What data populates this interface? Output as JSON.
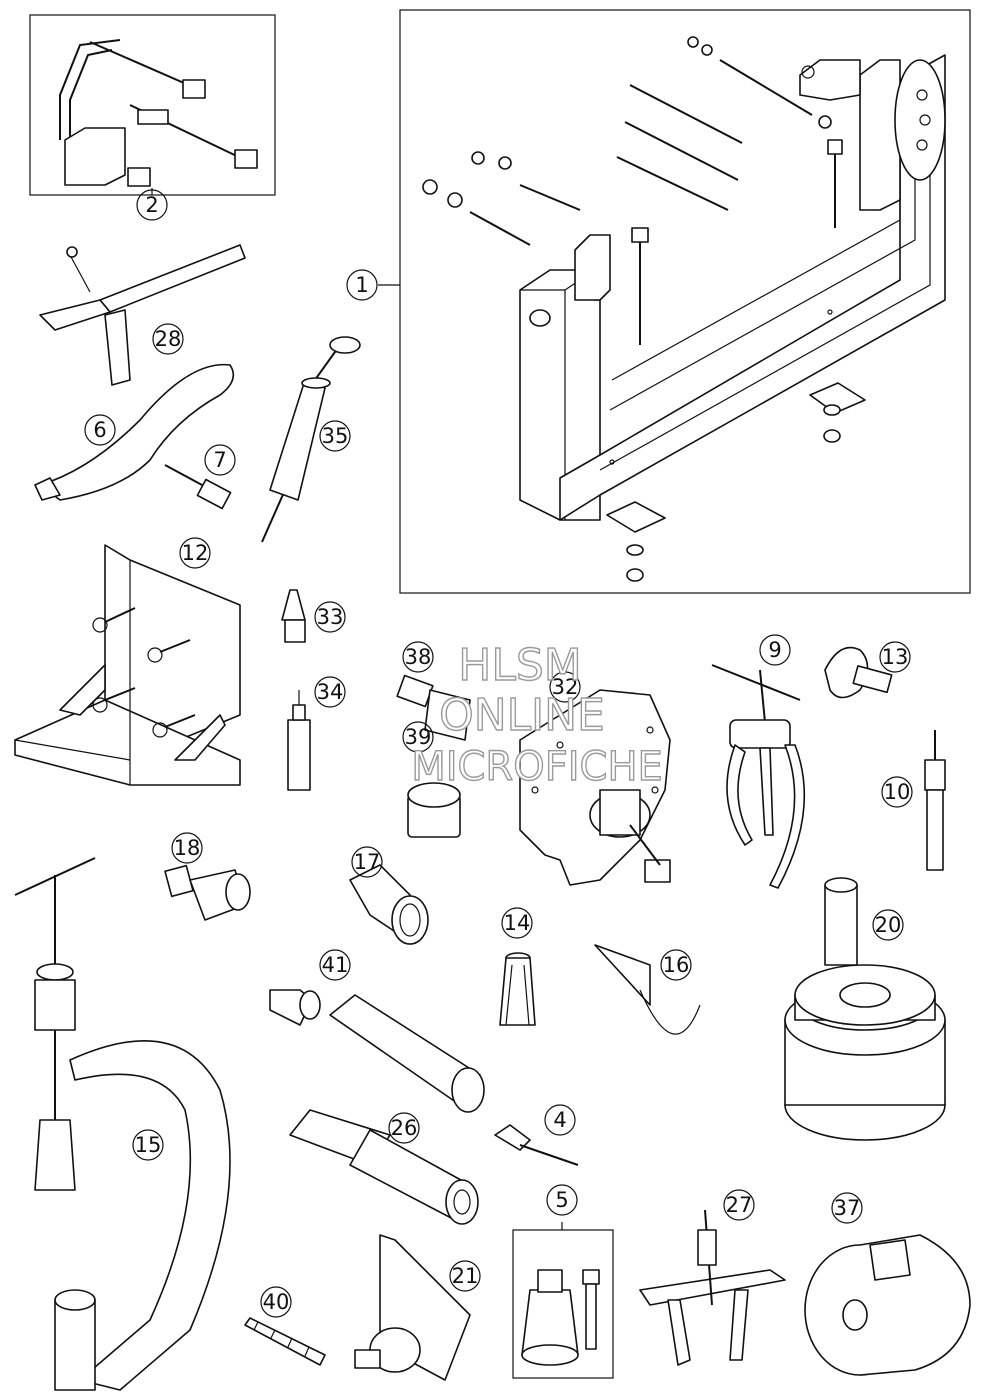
{
  "callouts": [
    "1",
    "2",
    "4",
    "5",
    "6",
    "7",
    "9",
    "10",
    "12",
    "13",
    "14",
    "15",
    "16",
    "17",
    "18",
    "20",
    "21",
    "26",
    "27",
    "28",
    "32",
    "33",
    "34",
    "35",
    "37",
    "38",
    "39",
    "40",
    "41"
  ],
  "watermark": {
    "line1": "HLSM",
    "line2": "ONLINE",
    "line3": "MICROFICHE"
  }
}
